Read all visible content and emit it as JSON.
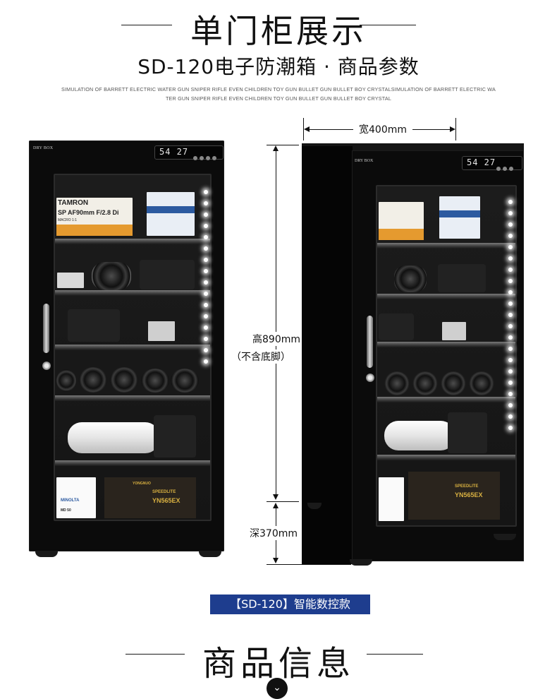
{
  "header": {
    "title": "单门柜展示",
    "subtitle": "SD-120电子防潮箱 · 商品参数",
    "tagline_line1": "SIMULATION OF BARRETT ELECTRIC WATER GUN SNIPER RIFLE EVEN CHILDREN TOY GUN BULLET GUN BULLET BOY CRYSTALSIMULATION OF BARRETT ELECTRIC WA",
    "tagline_line2": "TER GUN SNIPER RIFLE EVEN CHILDREN TOY GUN BULLET GUN BULLET BOY CRYSTAL"
  },
  "product": {
    "brand": "DRY BOX",
    "display_reading": "54 27",
    "box_labels": {
      "tamron": "TAMRON",
      "tamron_model": "SP AF90mm F/2.8 Di",
      "tamron_macro": "MACRO 1:1",
      "minolta": "MINOLTA",
      "minolta_model": "MD 50",
      "speedlite": "SPEEDLITE",
      "speedlite_model": "YN565EX",
      "yongnuo": "YONGNUO"
    }
  },
  "dimensions": {
    "width_label": "宽400mm",
    "height_label": "高890mm",
    "height_note": "（不含底脚）",
    "depth_label": "深370mm"
  },
  "badge": {
    "text": "【SD-120】智能数控款"
  },
  "footer": {
    "title": "商品信息",
    "down_icon_glyph": "⌄"
  },
  "colors": {
    "badge_bg": "#1e3d8e",
    "cabinet": "#0b0b0b",
    "text": "#111111"
  }
}
